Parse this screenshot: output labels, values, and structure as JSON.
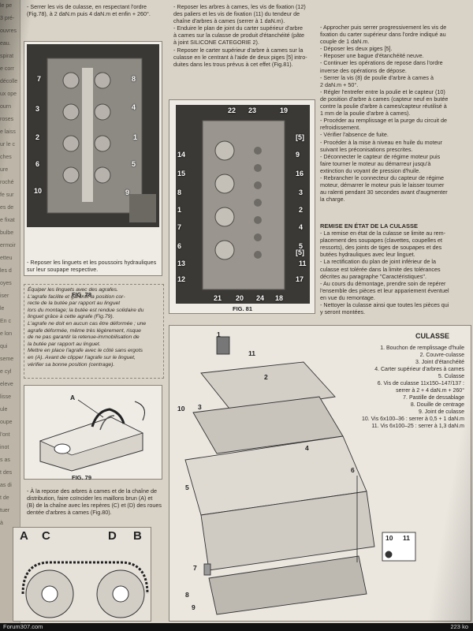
{
  "left_strip": [
    "le pe",
    "3 pré-",
    "ouvres",
    "eau.",
    "spirat",
    "e corr",
    "décolle",
    "",
    "ux ope",
    "ourn",
    "roses",
    "e laiss",
    "",
    "ur le c",
    "ches",
    "ure",
    "roché",
    "",
    "fe sur",
    "es de",
    "e fixat",
    "bulbe",
    "ermoir",
    "",
    "etteu",
    "les d",
    "oyes",
    "",
    "iser",
    "le",
    "En c",
    "e lon",
    "qui",
    "",
    "seme",
    "e cyl",
    "eleve",
    "lisse",
    "ule",
    "oupe",
    "",
    "l'ont",
    "inot",
    "s as",
    "t des",
    "as di",
    "t de",
    "",
    "tuer",
    "à"
  ],
  "col1_top": [
    "- Serrer les vis de culasse, en respectant l'ordre",
    "(Fig.78), à 2 daN.m puis 4 daN.m et enfin + 260°."
  ],
  "col2_top": [
    "- Reposer les arbres à cames, les vis de fixation (12)",
    "des paliers et les vis de fixation (11) du tendeur de",
    "chaîne d'arbres à cames (serrer à 1 daN.m).",
    "- Enduire le plan de joint du carter supérieur d'arbre",
    "à cames sur la culasse de produit d'étanchéité (pâte",
    "à joint SILICONE CATEGORIE 2).",
    "- Reposer le carter supérieur d'arbre à cames sur la",
    "culasse en le centrant à l'aide de deux piges [5] intro-",
    "duites dans les trous prévus à cet effet (Fig.81)."
  ],
  "col3": [
    "- Approcher puis serrer progressivement les vis de",
    "fixation du carter supérieur dans l'ordre indiqué au",
    "couple de 1 daN.m.",
    "- Déposer les deux piges [5].",
    "- Reposer une bague d'étanchéité neuve.",
    "- Continuer les opérations de repose dans l'ordre",
    "inverse des opérations de dépose.",
    "- Serrer la vis (8) de poulie d'arbre à cames à",
    "2 daN.m + 50°.",
    "- Régler l'entrefer entre la poulie et le capteur (10)",
    "de position d'arbre à cames (capteur neuf en butée",
    "contre la poulie d'arbre à cames/capteur réutilisé à",
    "1 mm de la poulie d'arbre à cames).",
    "- Procéder au remplissage et la purge du circuit de",
    "refroidissement.",
    "- Vérifier l'absence de fuite.",
    "- Procéder à la mise à niveau en huile du moteur",
    "suivant les préconisations prescrites.",
    "- Déconnecter le capteur de régime moteur puis",
    "faire tourner le moteur au démarreur jusqu'à",
    "extinction du voyant de pression d'huile.",
    "- Rebrancher le connecteur du capteur de régime",
    "moteur, démarrer le moteur puis le laisser tourner",
    "au ralenti pendant 30 secondes avant d'augmenter",
    "la charge."
  ],
  "remise_title": "REMISE EN ÉTAT DE LA CULASSE",
  "remise": [
    "- La remise en état de la culasse se limite au rem-",
    "placement des soupapes (clavettes, coupelles et",
    "ressorts), des joints de tiges de soupapes et des",
    "butées hydrauliques avec leur linguet.",
    "- La rectification du plan de joint inférieur de la",
    "culasse est tolérée dans la limite des tolérances",
    "décrites au paragraphe \"Caractéristiques\".",
    "- Au cours du démontage, prendre soin de repérer",
    "l'ensemble des pièces et leur appariement éventuel",
    "en vue du remontage.",
    "- Nettoyer la culasse ainsi que toutes les pièces qui",
    "y seront montées."
  ],
  "col1_mid": [
    "- Reposer les linguets et les poussoirs hydrauliques",
    "sur leur soupape respective."
  ],
  "note": [
    "Équiper les linguets avec des agrafes.",
    "L'agrafe facilite et garantit la position cor-",
    "recte de la butée par rapport au linguet",
    "lors du montage; la butée est rendue solidaire du",
    "linguet grâce à cette agrafe (Fig.79).",
    "L'agrafe ne doit en aucun cas être déformée ; une",
    "agrafe déformée, même très légèrement, risque",
    "de ne pas garantir la retenue-immobilisation de",
    "la butée par rapport au linguet.",
    "Mettre en place l'agrafe avec le côté sans ergots",
    "en (A). Avant de clipper l'agrafe sur le linguet,",
    "vérifier sa bonne position (centrage)."
  ],
  "col1_bottom": [
    "- À la repose des arbres à cames et de la chaîne de",
    "distribution, faire coïncider les maillons brun (A) et",
    "(B) de la chaîne avec les repères (C) et (D) des roues",
    "dentée d'arbres à cames (Fig.80)."
  ],
  "fig78": {
    "caption": "FIG. 78",
    "labels": [
      "7",
      "8",
      "3",
      "4",
      "2",
      "1",
      "6",
      "5",
      "10",
      "9"
    ]
  },
  "fig81": {
    "caption": "FIG. 81",
    "labels": [
      "22",
      "23",
      "19",
      "[5]",
      "14",
      "9",
      "15",
      "16",
      "8",
      "3",
      "1",
      "2",
      "7",
      "4",
      "6",
      "5",
      "13",
      "11",
      "12",
      "17",
      "[5]",
      "21",
      "20",
      "24",
      "18"
    ]
  },
  "fig79": {
    "caption": "FIG. 79",
    "label": "A"
  },
  "fig80": {
    "labels": [
      "A",
      "C",
      "D",
      "B"
    ]
  },
  "culasse": {
    "title": "CULASSE",
    "legend": [
      "1. Bouchon de remplissage d'huile",
      "2. Couvre-culasse",
      "3. Joint d'étanchéité",
      "4. Carter supérieur d'arbres à cames",
      "5. Culasse",
      "6. Vis de culasse 11x150–147/137 :",
      "serrer à 2 + 4 daN.m + 260°",
      "7. Pastille de dessablage",
      "8. Douille de centrage",
      "9. Joint de culasse",
      "10. Vis 6x100–36 : serrer à 0,5 + 1 daN.m",
      "11. Vis 6x100–25 : serrer à 1,3 daN.m"
    ],
    "callouts": [
      "1",
      "11",
      "3",
      "2",
      "10",
      "4",
      "6",
      "5",
      "7",
      "8",
      "9"
    ],
    "box_labels": [
      "10",
      "11"
    ]
  },
  "footer": {
    "left": "Forum307.com",
    "right": "223 ko"
  }
}
